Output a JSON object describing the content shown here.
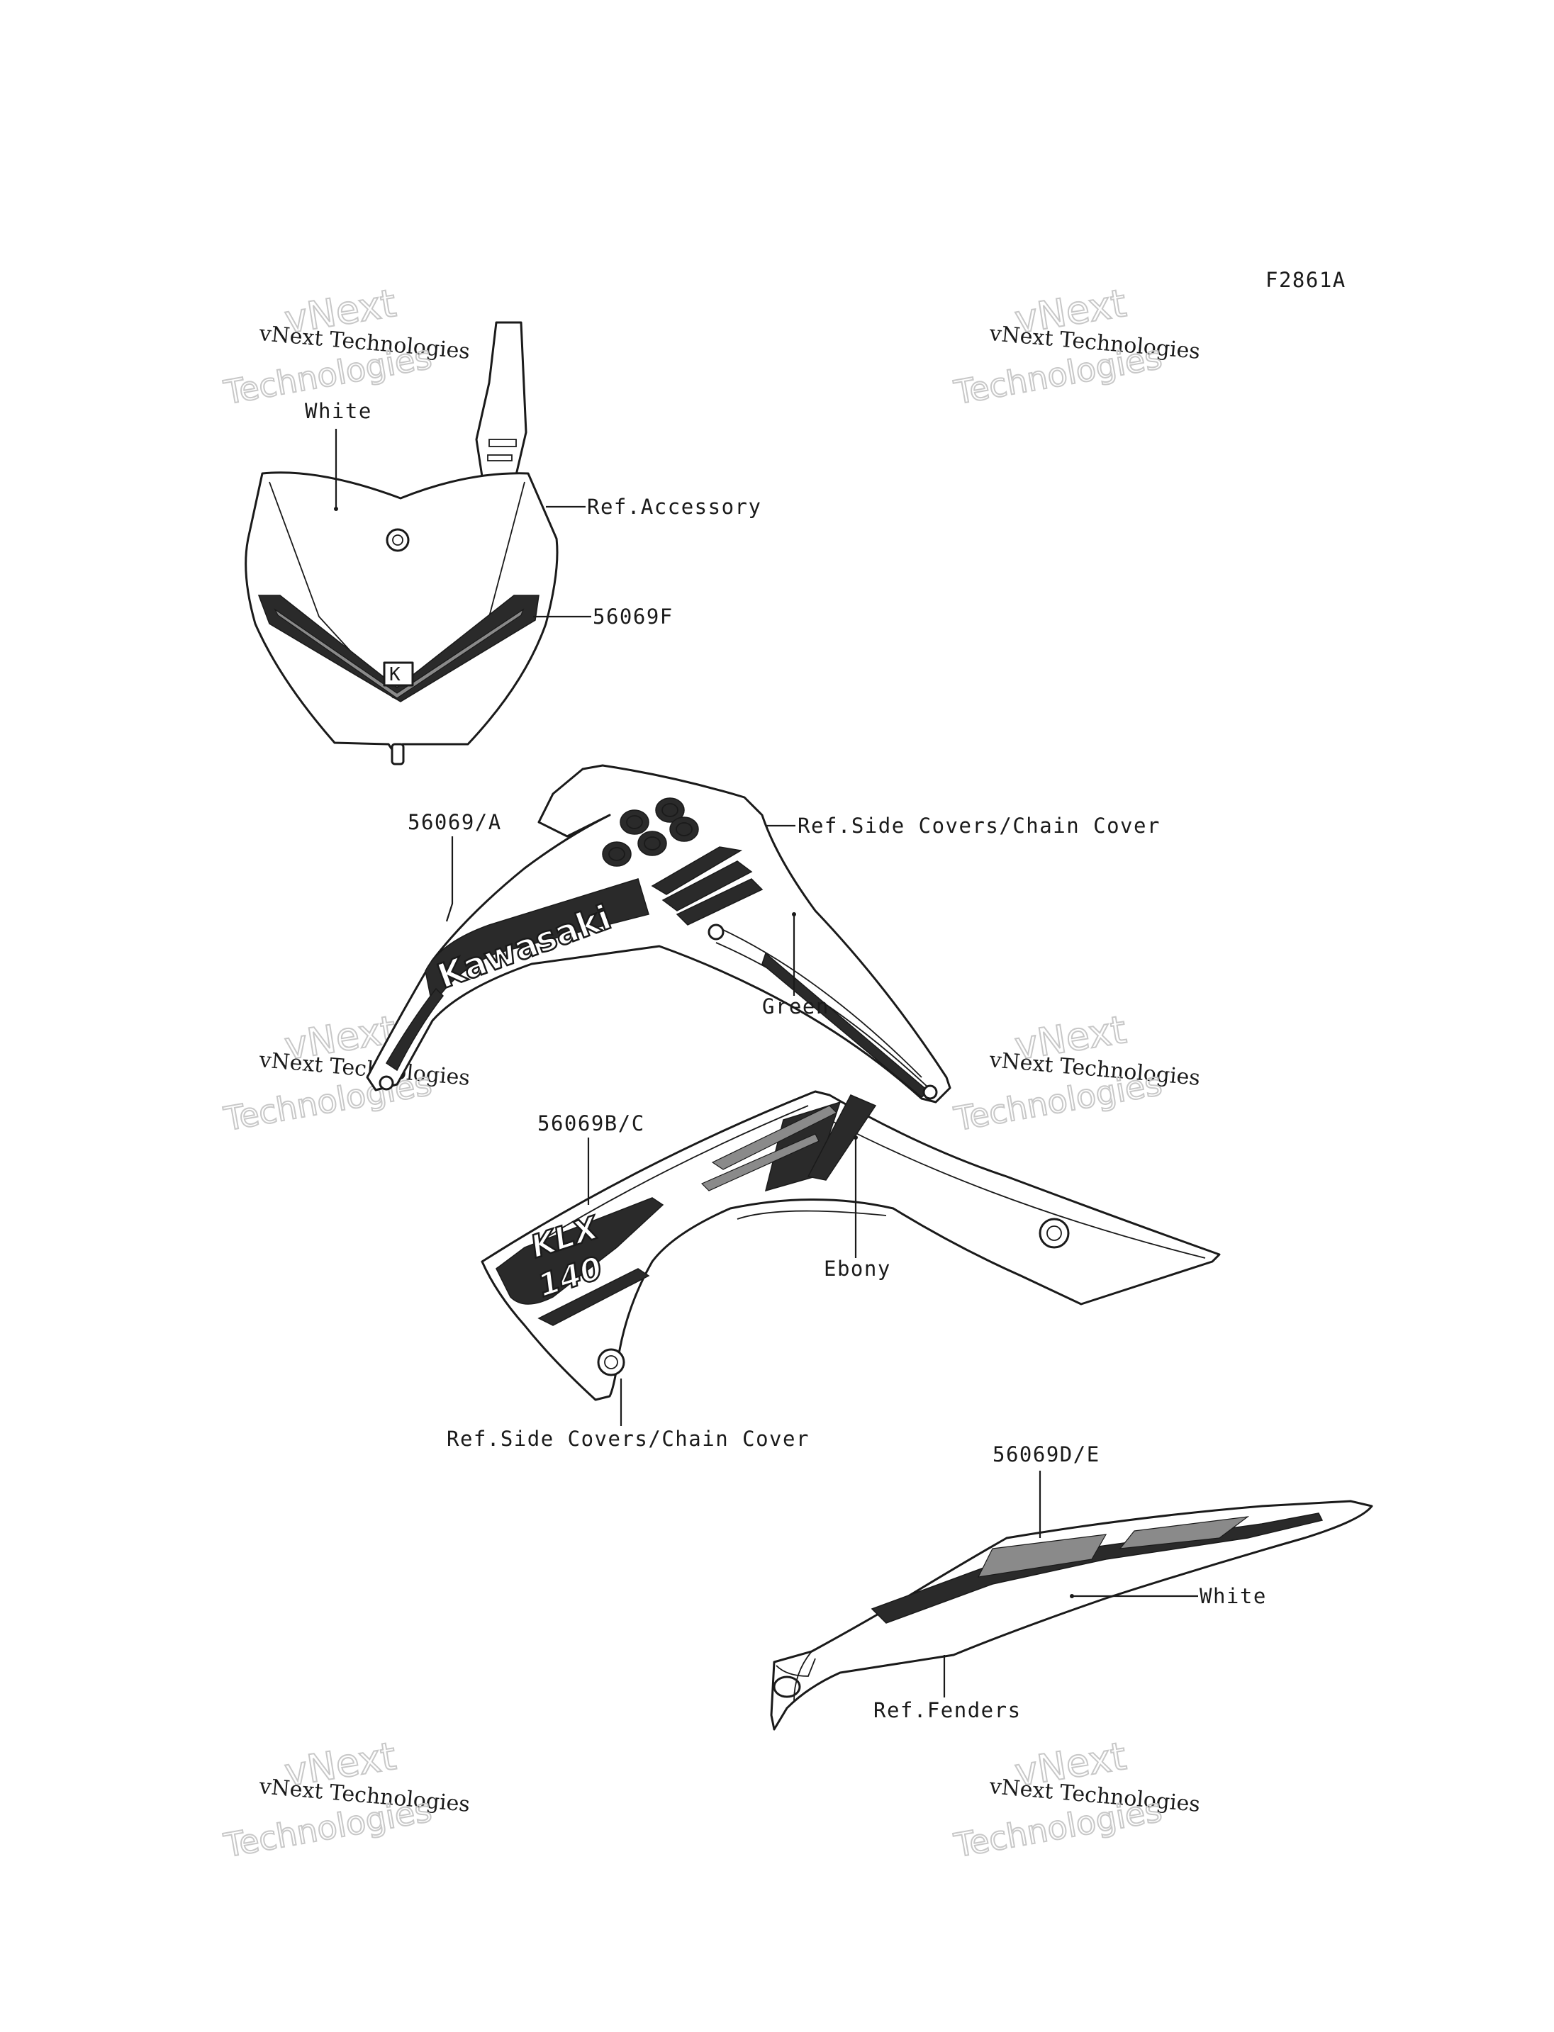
{
  "figure_code": "F2861A",
  "watermark": {
    "line1": "vNext Technologies",
    "line2": "vNext",
    "line3": "Technologies"
  },
  "front_plate": {
    "color_label": "White",
    "ref_label": "Ref.Accessory",
    "part_label": "56069F"
  },
  "shroud": {
    "part_label": "56069/A",
    "ref_label": "Ref.Side Covers/Chain Cover",
    "color_label": "Green",
    "logo_text": "Kawasaki"
  },
  "side_cover": {
    "part_label": "56069B/C",
    "color_label": "Ebony",
    "ref_label": "Ref.Side Covers/Chain Cover",
    "model_text": "KLX",
    "model_number": "140"
  },
  "rear_fender": {
    "part_label": "56069D/E",
    "color_label": "White",
    "ref_label": "Ref.Fenders"
  }
}
